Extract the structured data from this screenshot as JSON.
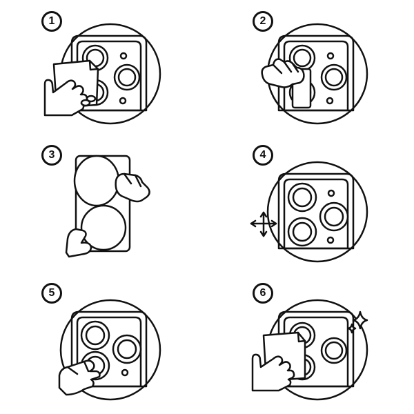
{
  "steps": [
    {
      "number": "1",
      "illustration": "wipe-camera-with-cloth"
    },
    {
      "number": "2",
      "illustration": "apply-dust-sticker"
    },
    {
      "number": "3",
      "illustration": "peel-lens-protector"
    },
    {
      "number": "4",
      "illustration": "align-lens-protector"
    },
    {
      "number": "5",
      "illustration": "press-lens-protector"
    },
    {
      "number": "6",
      "illustration": "polish-with-cloth"
    }
  ],
  "colors": {
    "ink": "#111111",
    "paper": "#ffffff"
  }
}
